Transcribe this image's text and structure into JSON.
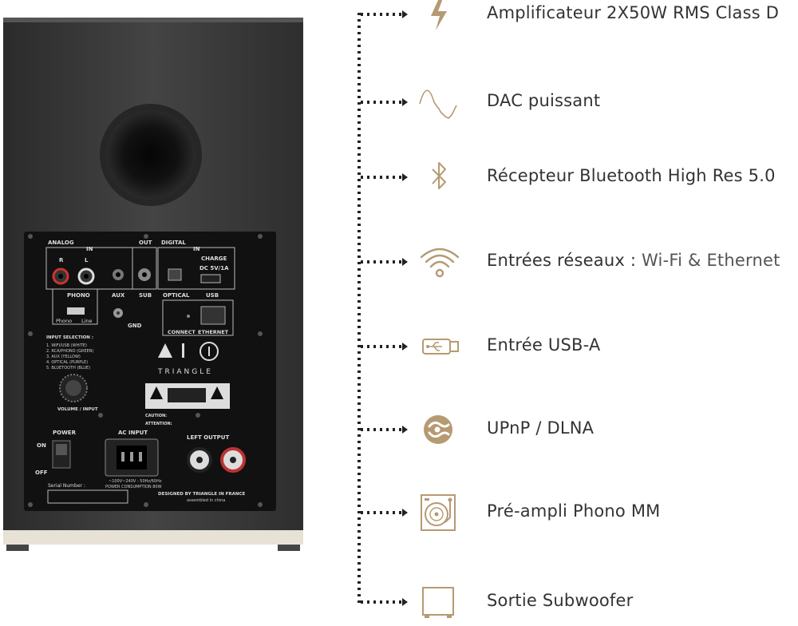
{
  "speaker": {
    "panel": {
      "analog": "ANALOG",
      "in": "IN",
      "out": "OUT",
      "digital": "DIGITAL",
      "in2": "IN",
      "r": "R",
      "l": "L",
      "charge": "CHARGE",
      "charge_spec": "DC  5V/1A",
      "aux": "AUX",
      "sub": "SUB",
      "optical": "OPTICAL",
      "usb": "USB",
      "phono": "PHONO",
      "phono_opt": "Phono",
      "line_opt": "Line",
      "gnd": "GND",
      "connect": "CONNECT",
      "ethernet": "ETHERNET",
      "input_selection": "INPUT SELECTION :",
      "inputs": [
        "1. WIFI/USB (WHITE)",
        "2. RCA/PHONO (GREEN)",
        "3. AUX (YELLOW)",
        "4. OPTICAL (PURPLE)",
        "5. BLUETOOTH (BLUE)"
      ],
      "brand": "TRIANGLE",
      "volume": "VOLUME / INPUT",
      "power": "POWER",
      "on": "ON",
      "off": "OFF",
      "ac_input": "AC INPUT",
      "ac_spec": "~100V~240V - 50Hz/60Hz",
      "consumption": "POWER CONSUMPTION 80W",
      "left_output": "LEFT OUTPUT",
      "serial": "Serial Number :",
      "designed": "DESIGNED BY TRIANGLE IN FRANCE",
      "assembled": "assembled in china",
      "caution": "CAUTION:",
      "attention": "ATTENTION:"
    }
  },
  "features": [
    {
      "icon": "lightning-icon",
      "label": "Amplificateur 2X50W RMS Class D",
      "extra": ""
    },
    {
      "icon": "waveform-icon",
      "label": "DAC puissant",
      "extra": ""
    },
    {
      "icon": "bluetooth-icon",
      "label": "Récepteur Bluetooth High Res 5.0",
      "extra": ""
    },
    {
      "icon": "wifi-icon",
      "label": "Entrées réseaux :",
      "extra": " Wi-Fi  &  Ethernet"
    },
    {
      "icon": "usb-stick-icon",
      "label": "Entrée USB-A",
      "extra": ""
    },
    {
      "icon": "upnp-icon",
      "label": "UPnP / DLNA",
      "extra": ""
    },
    {
      "icon": "turntable-icon",
      "label": "Pré-ampli Phono MM",
      "extra": ""
    },
    {
      "icon": "subwoofer-icon",
      "label": "Sortie Subwoofer",
      "extra": ""
    }
  ],
  "colors": {
    "icon_gold": "#b59a72",
    "text": "#333333",
    "cabinet": "#3a3a3a",
    "panel": "#111111",
    "base": "#e8e2d6"
  }
}
